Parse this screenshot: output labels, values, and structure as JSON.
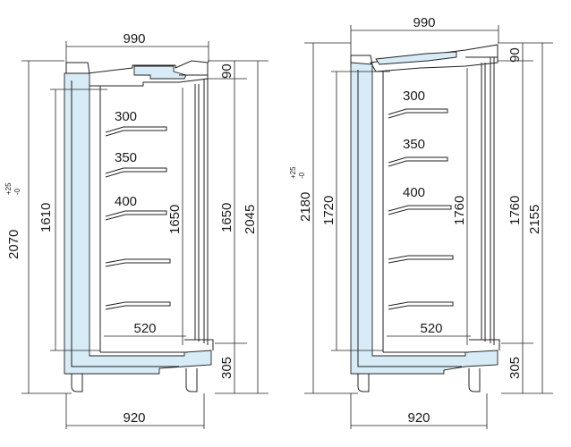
{
  "left": {
    "width_top": "990",
    "width_bottom": "920",
    "total_height": "2070",
    "tol_plus": "+25",
    "tol_minus": "-0",
    "interior_height": "1610",
    "door_height": "1650",
    "top_height": "90",
    "side_height": "1650",
    "full_height": "2045",
    "base_height": "305",
    "shelf_labels": [
      "300",
      "350",
      "400"
    ],
    "depth": "520"
  },
  "right": {
    "width_top": "990",
    "width_bottom": "920",
    "total_height": "2180",
    "tol_plus": "+25",
    "tol_minus": "-0",
    "interior_height": "1720",
    "door_height": "1760",
    "top_height": "90",
    "side_height": "1760",
    "full_height": "2155",
    "base_height": "305",
    "shelf_labels": [
      "300",
      "350",
      "400"
    ],
    "depth": "520"
  }
}
